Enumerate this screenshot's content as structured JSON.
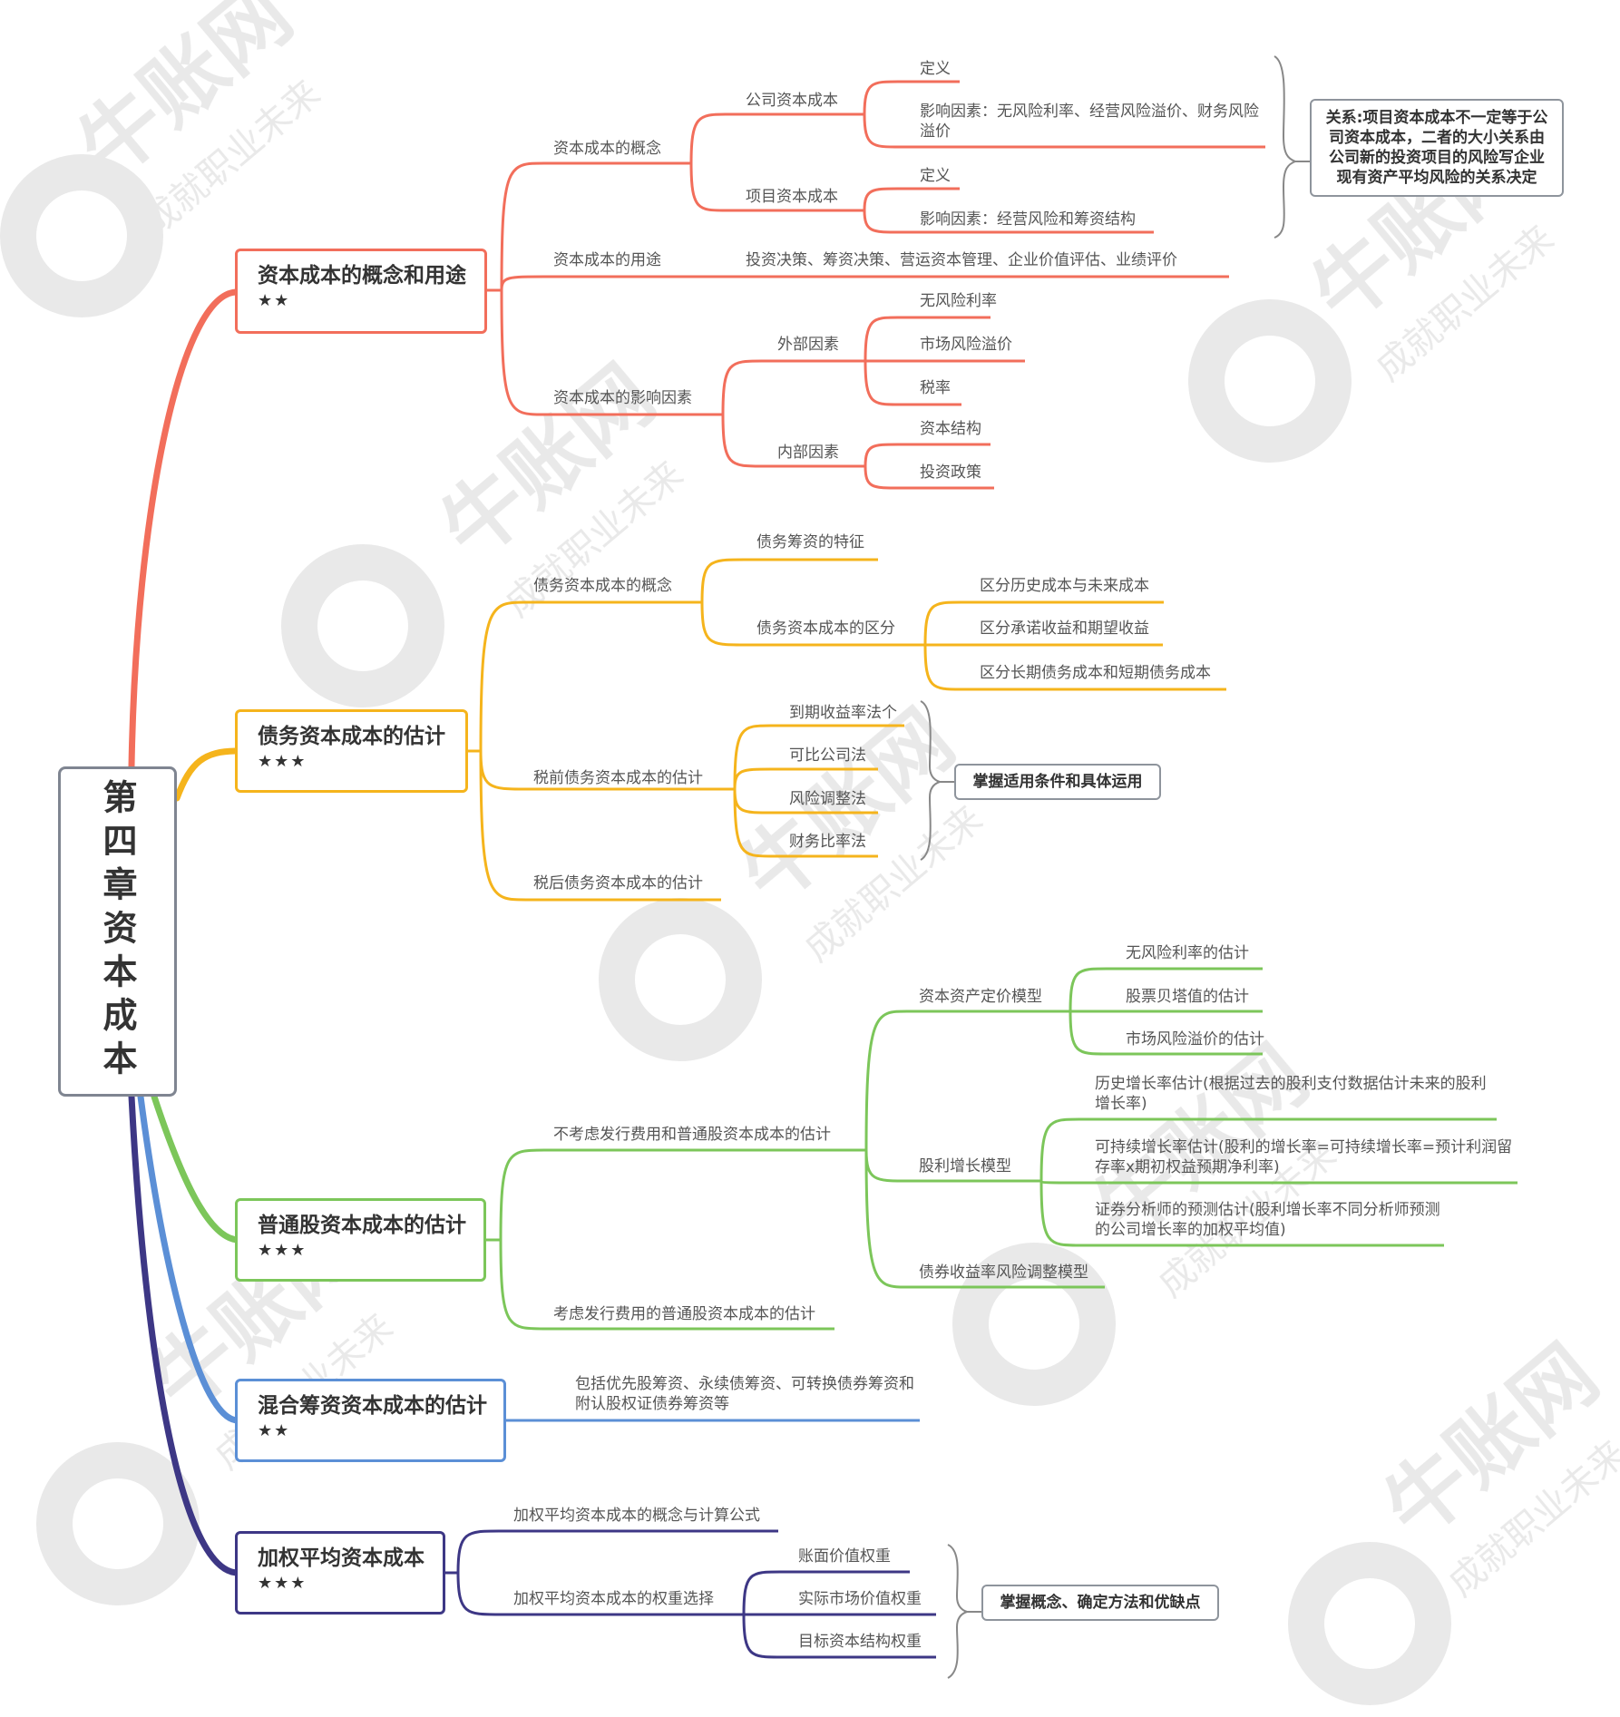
{
  "root": {
    "title": "第四章资本成本"
  },
  "colors": {
    "c1": "#f26e5b",
    "c2": "#f5b41c",
    "c3": "#7cc65a",
    "c4": "#5b8fd6",
    "c5": "#3d3785",
    "border": "#7f8591"
  },
  "watermark": {
    "brand": "牛账网",
    "slogan": "成就职业未来"
  },
  "sections": [
    {
      "title": "资本成本的概念和用途",
      "stars": "★★",
      "nodes": {
        "concept": "资本成本的概念",
        "company": "公司资本成本",
        "company_def": "定义",
        "company_factors": "影响因素：无风险利率、经营风险溢价、财务风险溢价",
        "project": "项目资本成本",
        "project_def": "定义",
        "project_factors": "影响因素：经营风险和筹资结构",
        "use": "资本成本的用途",
        "use_detail": "投资决策、筹资决策、营运资本管理、企业价值评估、业绩评价",
        "influence": "资本成本的影响因素",
        "external": "外部因素",
        "ext1": "无风险利率",
        "ext2": "市场风险溢价",
        "ext3": "税率",
        "internal": "内部因素",
        "int1": "资本结构",
        "int2": "投资政策"
      },
      "note": "关系:项目资本成本不一定等于公司资本成本，二者的大小关系由公司新的投资项目的风险写企业现有资产平均风险的关系决定"
    },
    {
      "title": "债务资本成本的估计",
      "stars": "★★★",
      "nodes": {
        "concept": "债务资本成本的概念",
        "feature": "债务筹资的特征",
        "distinguish": "债务资本成本的区分",
        "d1": "区分历史成本与未来成本",
        "d2": "区分承诺收益和期望收益",
        "d3": "区分长期债务成本和短期债务成本",
        "pretax": "税前债务资本成本的估计",
        "m1": "到期收益率法个",
        "m2": "可比公司法",
        "m3": "风险调整法",
        "m4": "财务比率法",
        "aftertax": "税后债务资本成本的估计"
      },
      "note": "掌握适用条件和具体运用"
    },
    {
      "title": "普通股资本成本的估计",
      "stars": "★★★",
      "nodes": {
        "nofee": "不考虑发行费用和普通股资本成本的估计",
        "capm": "资本资产定价模型",
        "capm1": "无风险利率的估计",
        "capm2": "股票贝塔值的估计",
        "capm3": "市场风险溢价的估计",
        "dgm": "股利增长模型",
        "g1": "历史增长率估计(根据过去的股利支付数据估计未来的股利增长率)",
        "g2": "可持续增长率估计(股利的增长率=可持续增长率=预计利润留存率x期初权益预期净利率)",
        "g3": "证券分析师的预测估计(股利增长率不同分析师预测的公司增长率的加权平均值)",
        "bond": "债券收益率风险调整模型",
        "fee": "考虑发行费用的普通股资本成本的估计"
      }
    },
    {
      "title": "混合筹资资本成本的估计",
      "stars": "★★",
      "nodes": {
        "detail": "包括优先股筹资、永续债筹资、可转换债券筹资和附认股权证债券筹资等"
      }
    },
    {
      "title": "加权平均资本成本",
      "stars": "★★★",
      "nodes": {
        "concept": "加权平均资本成本的概念与计算公式",
        "weight": "加权平均资本成本的权重选择",
        "w1": "账面价值权重",
        "w2": "实际市场价值权重",
        "w3": "目标资本结构权重"
      },
      "note": "掌握概念、确定方法和优缺点"
    }
  ]
}
